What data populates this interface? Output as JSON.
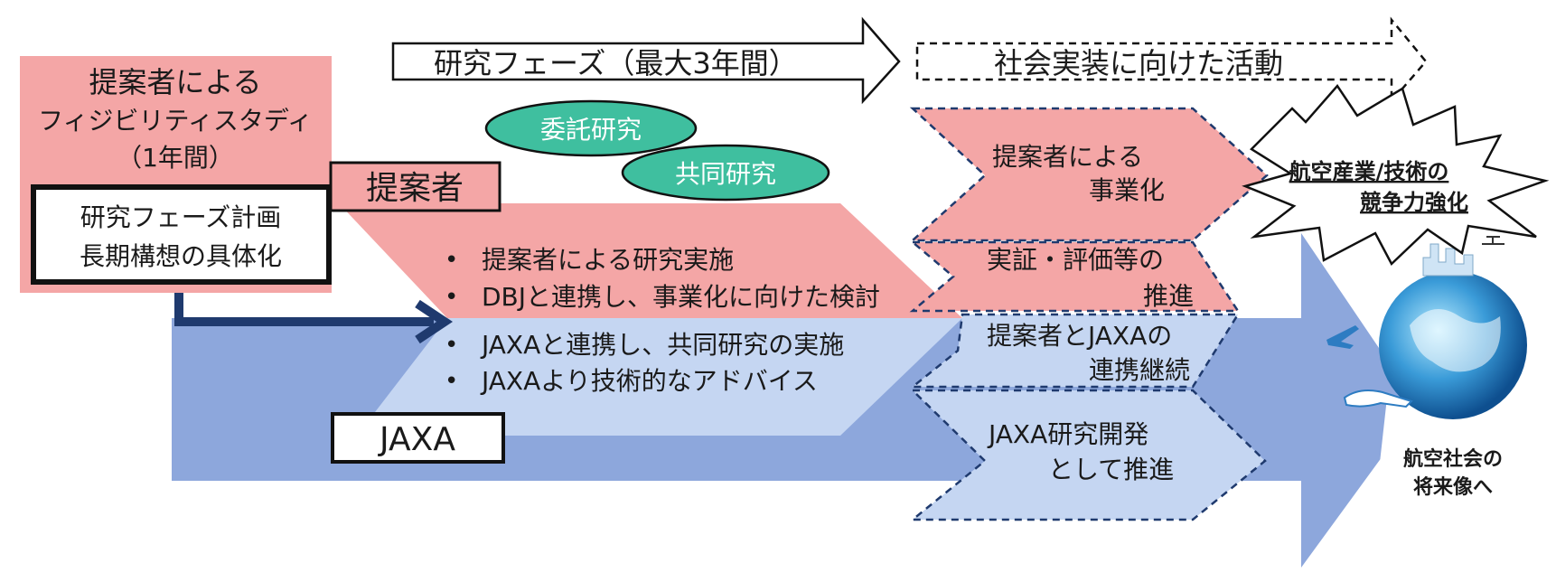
{
  "phase_headers": {
    "research": "研究フェーズ（最大3年間）",
    "social": "社会実装に向けた活動"
  },
  "feasibility": {
    "lines": [
      "提案者による",
      "フィジビリティスタディ",
      "（1年間）"
    ],
    "plan_lines": [
      "研究フェーズ計画",
      "長期構想の具体化"
    ]
  },
  "ovals": {
    "commissioned": "委託研究",
    "joint": "共同研究"
  },
  "proposer": {
    "label": "提案者",
    "bullets": [
      "提案者による研究実施",
      "DBJと連携し、事業化に向けた検討"
    ]
  },
  "jaxa": {
    "label": "JAXA",
    "bullets": [
      "JAXAと連携し、共同研究の実施",
      "JAXAより技術的なアドバイス"
    ]
  },
  "social_boxes": {
    "commercialization": [
      "提案者による",
      "事業化"
    ],
    "demonstration": [
      "実証・評価等の",
      "推進"
    ],
    "continuation": [
      "提案者とJAXAの",
      "連携継続"
    ],
    "jaxa_rd": [
      "JAXA研究開発",
      "として推進"
    ]
  },
  "burst": [
    "航空産業/技術の",
    "競争力強化"
  ],
  "future": [
    "航空社会の",
    "将来像へ"
  ],
  "bullet_char": "•",
  "colors": {
    "pink": "#f4a6a6",
    "blue_light": "#c5d6f2",
    "blue_mid": "#8da7dc",
    "navy": "#1f3a6e",
    "teal": "#3fbf9f"
  }
}
